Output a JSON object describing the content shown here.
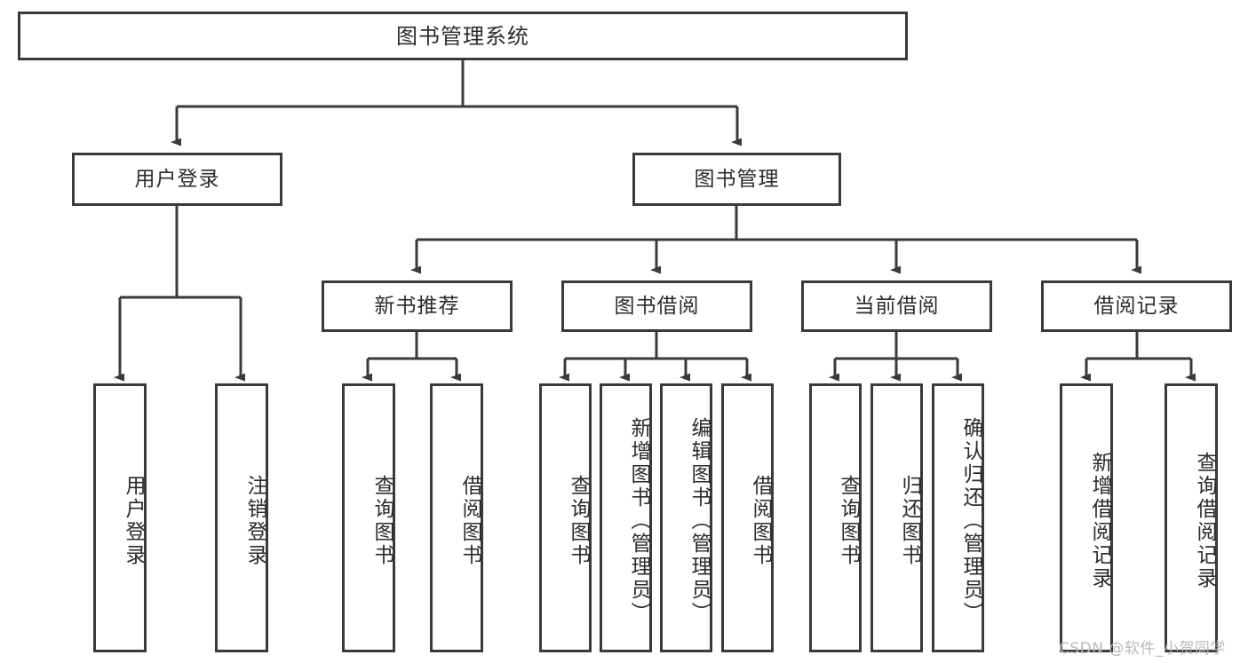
{
  "diagram": {
    "title": "图书管理系统",
    "watermark": "CSDN @软件_小贺同学",
    "colors": {
      "stroke": "#3a3a3a",
      "fill": "#ffffff",
      "text": "#2b2b2b",
      "watermark": "#b9b9b9"
    },
    "levels": {
      "root": {
        "label": "图书管理系统"
      },
      "level1": [
        {
          "label": "用户登录"
        },
        {
          "label": "图书管理"
        }
      ],
      "level2": [
        {
          "label": "新书推荐"
        },
        {
          "label": "图书借阅"
        },
        {
          "label": "当前借阅"
        },
        {
          "label": "借阅记录"
        }
      ],
      "leaves": {
        "user_login": [
          {
            "label": "用户登录"
          },
          {
            "label": "注销登录"
          }
        ],
        "new_book_recommend": [
          {
            "label": "查询图书"
          },
          {
            "label": "借阅图书"
          }
        ],
        "book_borrow": [
          {
            "label": "查询图书"
          },
          {
            "label": "新增图书（管理员）"
          },
          {
            "label": "编辑图书（管理员）"
          },
          {
            "label": "借阅图书"
          }
        ],
        "current_borrow": [
          {
            "label": "查询图书"
          },
          {
            "label": "归还图书"
          },
          {
            "label": "确认归还（管理员）"
          }
        ],
        "borrow_record": [
          {
            "label": "新增借阅记录"
          },
          {
            "label": "查询借阅记录"
          }
        ]
      }
    }
  }
}
